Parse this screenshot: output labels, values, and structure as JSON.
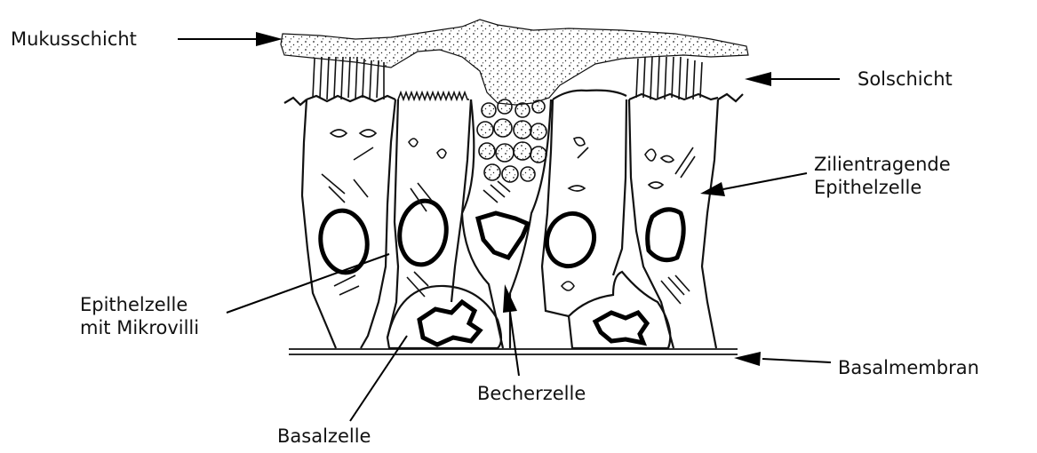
{
  "labels": {
    "mukusschicht": "Mukusschicht",
    "solschicht": "Solschicht",
    "zilientragende_line1": "Zilientragende",
    "zilientragende_line2": "Epithelzelle",
    "epithelzelle_line1": "Epithelzelle",
    "epithelzelle_line2": "mit Mikrovilli",
    "basalmembran": "Basalmembran",
    "becherzelle": "Becherzelle",
    "basalzelle": "Basalzelle"
  }
}
